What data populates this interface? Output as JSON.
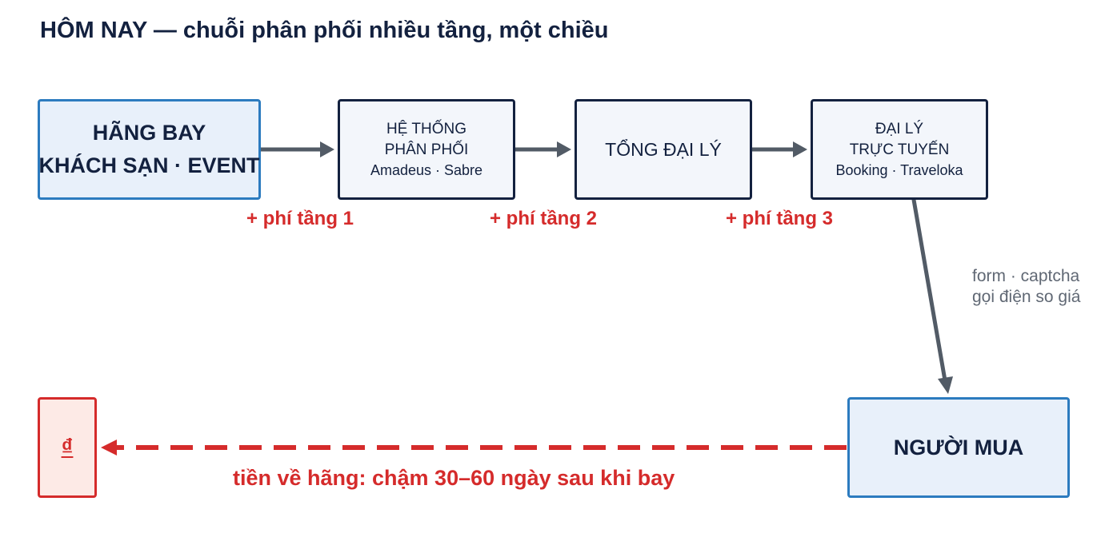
{
  "title": "HÔM NAY — chuỗi phân phối nhiều tầng, một chiều",
  "nodes": {
    "supplier": {
      "lines": [
        "HÃNG BAY",
        "KHÁCH SẠN · EVENT"
      ]
    },
    "gds": {
      "lines": [
        "HỆ THỐNG",
        "PHÂN PHỐI",
        "Amadeus · Sabre"
      ]
    },
    "wholesaler": {
      "lines": [
        "TỔNG ĐẠI LÝ"
      ]
    },
    "ota": {
      "lines": [
        "ĐẠI LÝ",
        "TRỰC TUYẾN",
        "Booking · Traveloka"
      ]
    },
    "buyer": {
      "lines": [
        "NGƯỜI MUA"
      ]
    },
    "money": {
      "symbol": "₫"
    }
  },
  "fees": [
    "+ phí tầng 1",
    "+ phí tầng 2",
    "+ phí tầng 3"
  ],
  "buyer_friction": [
    "form · captcha",
    "gọi điện so giá"
  ],
  "money_flow_label": "tiền về hãng: chậm 30–60 ngày sau khi bay",
  "colors": {
    "navy": "#13213f",
    "blue_border": "#2c7bbf",
    "blue_fill": "#e8f0fa",
    "arrow_gray": "#525b66",
    "red": "#d52b2b",
    "red_fill": "#fdeae6"
  }
}
